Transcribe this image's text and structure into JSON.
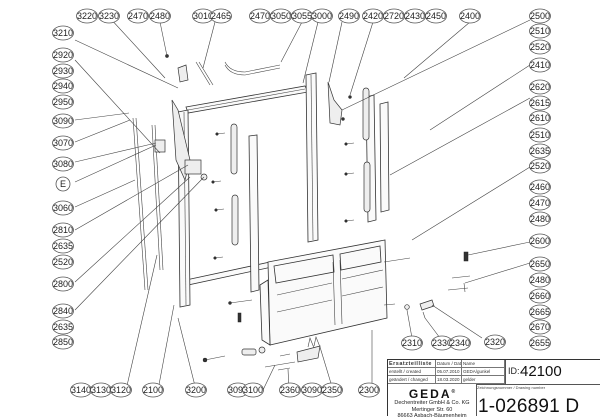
{
  "document": {
    "type": "exploded parts drawing",
    "labels": {
      "top_row": [
        "3220",
        "3230",
        "2470",
        "2480",
        "3010",
        "2465",
        "2470",
        "3050",
        "3055",
        "3000",
        "2490",
        "2420",
        "2720",
        "2430",
        "2450",
        "2400"
      ],
      "right_column": [
        "2500",
        "2510",
        "2520",
        "2410",
        "2620",
        "2615",
        "2610",
        "2510",
        "2635",
        "2520",
        "2460",
        "2470",
        "2480",
        "2600",
        "2650",
        "2480",
        "2660",
        "2665",
        "2670",
        "2655"
      ],
      "left_column": [
        "3210",
        "2920",
        "2930",
        "2940",
        "2950",
        "3090",
        "3070",
        "3080",
        "E",
        "3060",
        "2810",
        "2635",
        "2520",
        "2800",
        "2840",
        "2635",
        "2850"
      ],
      "bottom_row": [
        "3140",
        "3130",
        "3120",
        "2100",
        "3200",
        "3090",
        "3100",
        "2360",
        "3090",
        "2350",
        "2300"
      ],
      "bottom_right_row": [
        "2310",
        "2330",
        "2340",
        "2320"
      ]
    }
  },
  "title_block": {
    "header": "Ersatzteilliste",
    "col_date": "Datum / Date",
    "col_name": "Name",
    "created_label": "erstellt / created",
    "created_date": "05.07.2010",
    "created_name": "GEDA/gunkel",
    "changed_label": "geändert / changed",
    "changed_date": "18.03.2020",
    "changed_name": "gelder",
    "logo": "GEDA",
    "logo_mark": "®",
    "company_line1": "Dechentreiter GmbH & Co. KG",
    "company_line2": "Mertinger Str. 60",
    "company_line3": "86663 Asbach-Bäumenheim",
    "id_label": "ID:",
    "id_value": "42100",
    "drawing_number_caption": "Zeichnungsnummer / Drawing number",
    "drawing_number": "1-026891 D"
  }
}
